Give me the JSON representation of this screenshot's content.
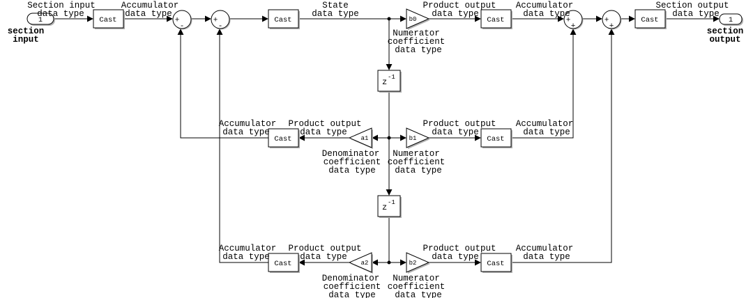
{
  "colors": {
    "line": "#000000",
    "background": "#ffffff",
    "shadow": "#b0b0b0"
  },
  "ports": {
    "input": {
      "number": "1",
      "label": [
        "section",
        "input"
      ]
    },
    "output": {
      "number": "1",
      "label": [
        "section",
        "output"
      ]
    }
  },
  "blocks": {
    "cast_label": "Cast",
    "delay": {
      "base": "z",
      "exponent": "-1"
    },
    "gains": {
      "b0": "b0",
      "b1": "b1",
      "b2": "b2",
      "a1": "a1",
      "a2": "a2"
    }
  },
  "sum_signs": {
    "plus": "+",
    "minus": "-"
  },
  "annotations": {
    "section_input_dt": [
      "Section input",
      "data type"
    ],
    "accumulator_dt": [
      "Accumulator",
      "data type"
    ],
    "state_dt": [
      "State",
      "data type"
    ],
    "product_output_dt": [
      "Product output",
      "data type"
    ],
    "section_output_dt": [
      "Section output",
      "data type"
    ],
    "numerator_coeff_dt": [
      "Numerator",
      "coefficient",
      "data type"
    ],
    "denominator_coeff_dt": [
      "Denominator",
      "coefficient",
      "data type"
    ]
  }
}
